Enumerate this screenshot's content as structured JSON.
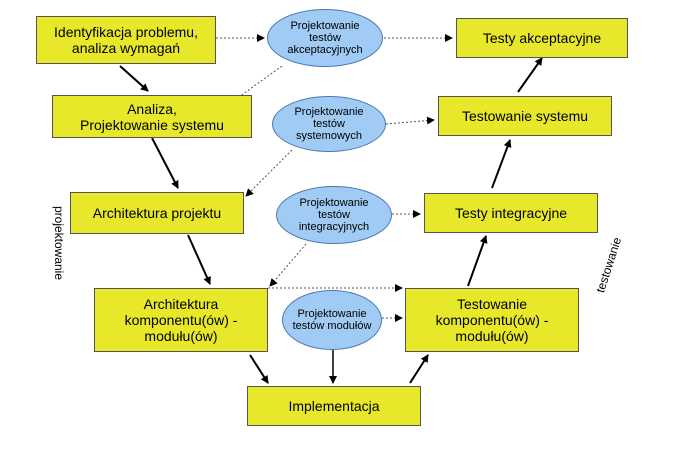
{
  "colors": {
    "box_fill": "#e8e82a",
    "ellipse_fill": "#9fcbf5"
  },
  "boxes": {
    "requirements": "Identyfikacja problemu,\nanaliza wymagań",
    "analysis": "Analiza,\nProjektowanie systemu",
    "architecture": "Architektura projektu",
    "component_arch": "Architektura\nkomponentu(ów) -\nmodułu(ów)",
    "implementation": "Implementacja",
    "component_test": "Testowanie\nkomponentu(ów) -\nmodułu(ów)",
    "integration_test": "Testy integracyjne",
    "system_test": "Testowanie systemu",
    "acceptance_test": "Testy akceptacyjne"
  },
  "ellipses": {
    "acceptance_design": "Projektowanie\ntestów\nakceptacyjnych",
    "system_design": "Projektowanie\ntestów\nsystemowych",
    "integration_design": "Projektowanie\ntestów\nintegracyjnych",
    "module_design": "Projektowanie\ntestów modułów"
  },
  "side_labels": {
    "left": "projektowanie",
    "right": "testowanie"
  }
}
